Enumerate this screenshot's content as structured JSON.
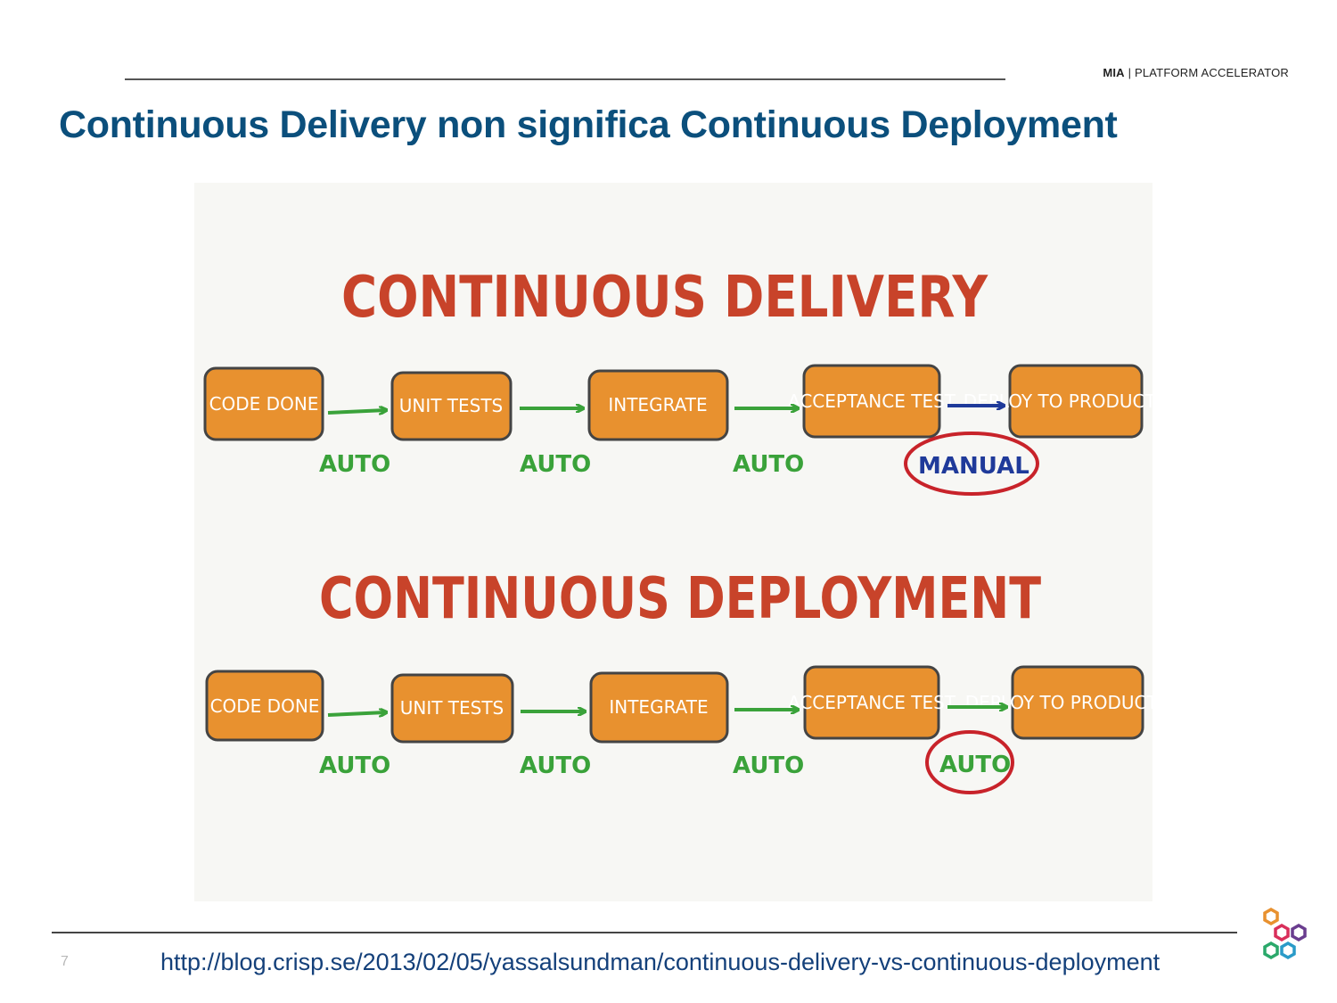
{
  "header": {
    "brand_strong": "MIA",
    "brand_rest": " | PLATFORM ACCELERATOR"
  },
  "slide": {
    "title": "Continuous Delivery non significa Continuous Deployment",
    "page_number": "7",
    "source_url": "http://blog.crisp.se/2013/02/05/yassalsundman/continuous-delivery-vs-continuous-deployment"
  },
  "diagram": {
    "delivery": {
      "heading": "CONTINUOUS DELIVERY",
      "steps": [
        "CODE DONE",
        "UNIT TESTS",
        "INTEGRATE",
        "ACCEPTANCE TEST",
        "DEPLOY TO PRODUCTION"
      ],
      "transitions": [
        "AUTO",
        "AUTO",
        "AUTO",
        "MANUAL"
      ]
    },
    "deployment": {
      "heading": "CONTINUOUS DEPLOYMENT",
      "steps": [
        "CODE DONE",
        "UNIT TESTS",
        "INTEGRATE",
        "ACCEPTANCE TEST",
        "DEPLOY TO PRODUCTION"
      ],
      "transitions": [
        "AUTO",
        "AUTO",
        "AUTO",
        "AUTO"
      ]
    },
    "colors": {
      "box": "#e8912f",
      "heading": "#c8432a",
      "arrow_auto": "#3aa23a",
      "arrow_manual": "#1f3a9a",
      "circle": "#c8232a"
    }
  },
  "icons": {
    "logo": "hexagon-cluster-logo"
  }
}
